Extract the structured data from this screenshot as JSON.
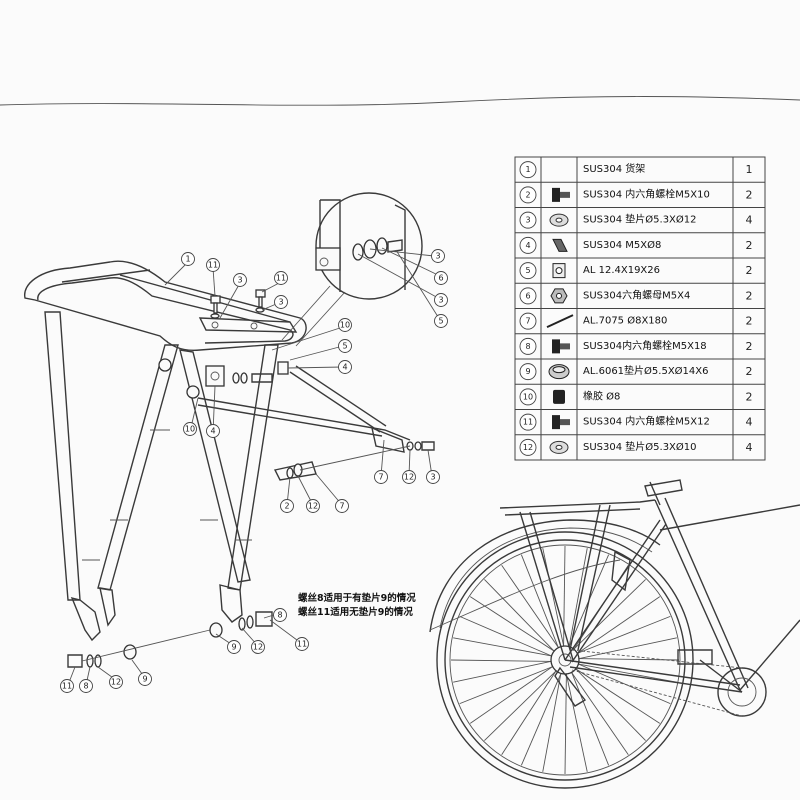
{
  "parts_table": [
    {
      "no": "1",
      "icon": "rack-icon",
      "desc": "SUS304 货架",
      "qty": "1"
    },
    {
      "no": "2",
      "icon": "hex-bolt-icon",
      "desc": "SUS304 内六角螺栓M5X10",
      "qty": "2"
    },
    {
      "no": "3",
      "icon": "washer-icon",
      "desc": "SUS304 垫片Ø5.3XØ12",
      "qty": "4"
    },
    {
      "no": "4",
      "icon": "screw-icon",
      "desc": "SUS304 M5XØ8",
      "qty": "2"
    },
    {
      "no": "5",
      "icon": "clamp-block-icon",
      "desc": "AL 12.4X19X26",
      "qty": "2"
    },
    {
      "no": "6",
      "icon": "hex-nut-icon",
      "desc": "SUS304六角螺母M5X4",
      "qty": "2"
    },
    {
      "no": "7",
      "icon": "rod-icon",
      "desc": "AL.7075 Ø8X180",
      "qty": "2"
    },
    {
      "no": "8",
      "icon": "hex-bolt-icon",
      "desc": "SUS304内六角螺栓M5X18",
      "qty": "2"
    },
    {
      "no": "9",
      "icon": "spacer-icon",
      "desc": "AL.6061垫片Ø5.5XØ14X6",
      "qty": "2"
    },
    {
      "no": "10",
      "icon": "rubber-icon",
      "desc": "橡胶 Ø8",
      "qty": "2"
    },
    {
      "no": "11",
      "icon": "hex-bolt-icon",
      "desc": "SUS304 内六角螺栓M5X12",
      "qty": "4"
    },
    {
      "no": "12",
      "icon": "washer-icon",
      "desc": "SUS304 垫片Ø5.3XØ10",
      "qty": "4"
    }
  ],
  "callouts": {
    "main_1": "1",
    "top_bolt_11a": "11",
    "top_washer_3a": "3",
    "top_bolt_11b": "11",
    "top_washer_3b": "3",
    "rubber_10a": "10",
    "screw_5": "5",
    "block_4a": "4",
    "rubber_10b": "10",
    "block_4b": "4",
    "detail_3a": "3",
    "detail_6": "6",
    "detail_3b": "3",
    "detail_5": "5",
    "rod_7a": "7",
    "rod_12a": "12",
    "rod_3a": "3",
    "rod_2": "2",
    "rod_12b": "12",
    "rod_7b": "7",
    "foot_9a": "9",
    "foot_12a": "12",
    "foot_8a": "8",
    "foot_11a": "11",
    "foot_11b": "11",
    "foot_8b": "8",
    "foot_12b": "12",
    "foot_9b": "9"
  },
  "notes": {
    "line1": "螺丝8适用于有垫片9的情况",
    "line2": "螺丝11适用无垫片9的情况"
  }
}
